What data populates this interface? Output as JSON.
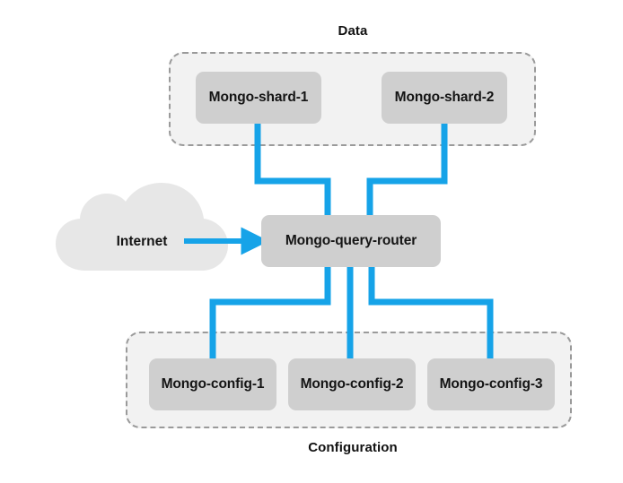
{
  "diagram": {
    "title_groups": {
      "data_label": "Data",
      "configuration_label": "Configuration"
    },
    "colors": {
      "connector_blue": "#16a3e8",
      "node_fill": "#cfcfcf",
      "group_fill": "#f2f2f2",
      "group_border": "#9a9a9a",
      "cloud_fill": "#e7e7e7",
      "text": "#141414",
      "background": "#ffffff"
    },
    "groups": [
      {
        "name": "data-group",
        "label": "Data",
        "label_position": "top",
        "nodes": [
          {
            "id": "mongo-shard-1",
            "label": "Mongo-shard-1"
          },
          {
            "id": "mongo-shard-2",
            "label": "Mongo-shard-2"
          }
        ]
      },
      {
        "name": "configuration-group",
        "label": "Configuration",
        "label_position": "bottom",
        "nodes": [
          {
            "id": "mongo-config-1",
            "label": "Mongo-config-1"
          },
          {
            "id": "mongo-config-2",
            "label": "Mongo-config-2"
          },
          {
            "id": "mongo-config-3",
            "label": "Mongo-config-3"
          }
        ]
      }
    ],
    "router": {
      "id": "mongo-query-router",
      "label": "Mongo-query-router"
    },
    "cloud": {
      "id": "internet-cloud",
      "label": "Internet"
    },
    "connections": [
      {
        "from": "mongo-shard-1",
        "to": "mongo-query-router",
        "style": "orthogonal",
        "arrow": false
      },
      {
        "from": "mongo-shard-2",
        "to": "mongo-query-router",
        "style": "orthogonal",
        "arrow": false
      },
      {
        "from": "mongo-query-router",
        "to": "mongo-config-1",
        "style": "orthogonal",
        "arrow": false
      },
      {
        "from": "mongo-query-router",
        "to": "mongo-config-2",
        "style": "straight",
        "arrow": false
      },
      {
        "from": "mongo-query-router",
        "to": "mongo-config-3",
        "style": "orthogonal",
        "arrow": false
      },
      {
        "from": "internet-cloud",
        "to": "mongo-query-router",
        "style": "straight",
        "arrow": true
      }
    ]
  }
}
